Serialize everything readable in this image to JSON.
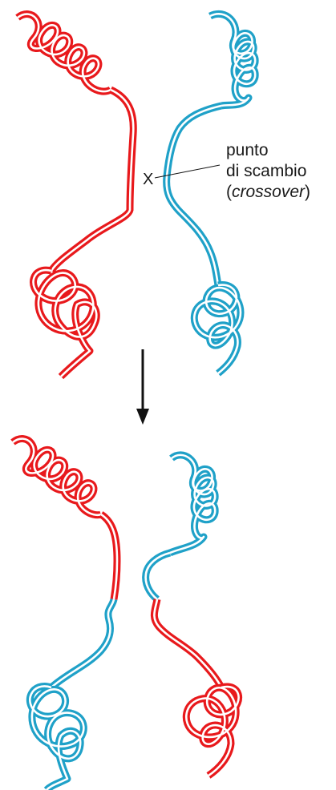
{
  "colors": {
    "red": "#e8191c",
    "blue": "#1fa1c8",
    "ink": "#111111"
  },
  "annotation": {
    "marker": "X",
    "line1": "punto",
    "line2": "di scambio",
    "line3_open": "(",
    "line3_italic": "crossover",
    "line3_close": ")"
  }
}
